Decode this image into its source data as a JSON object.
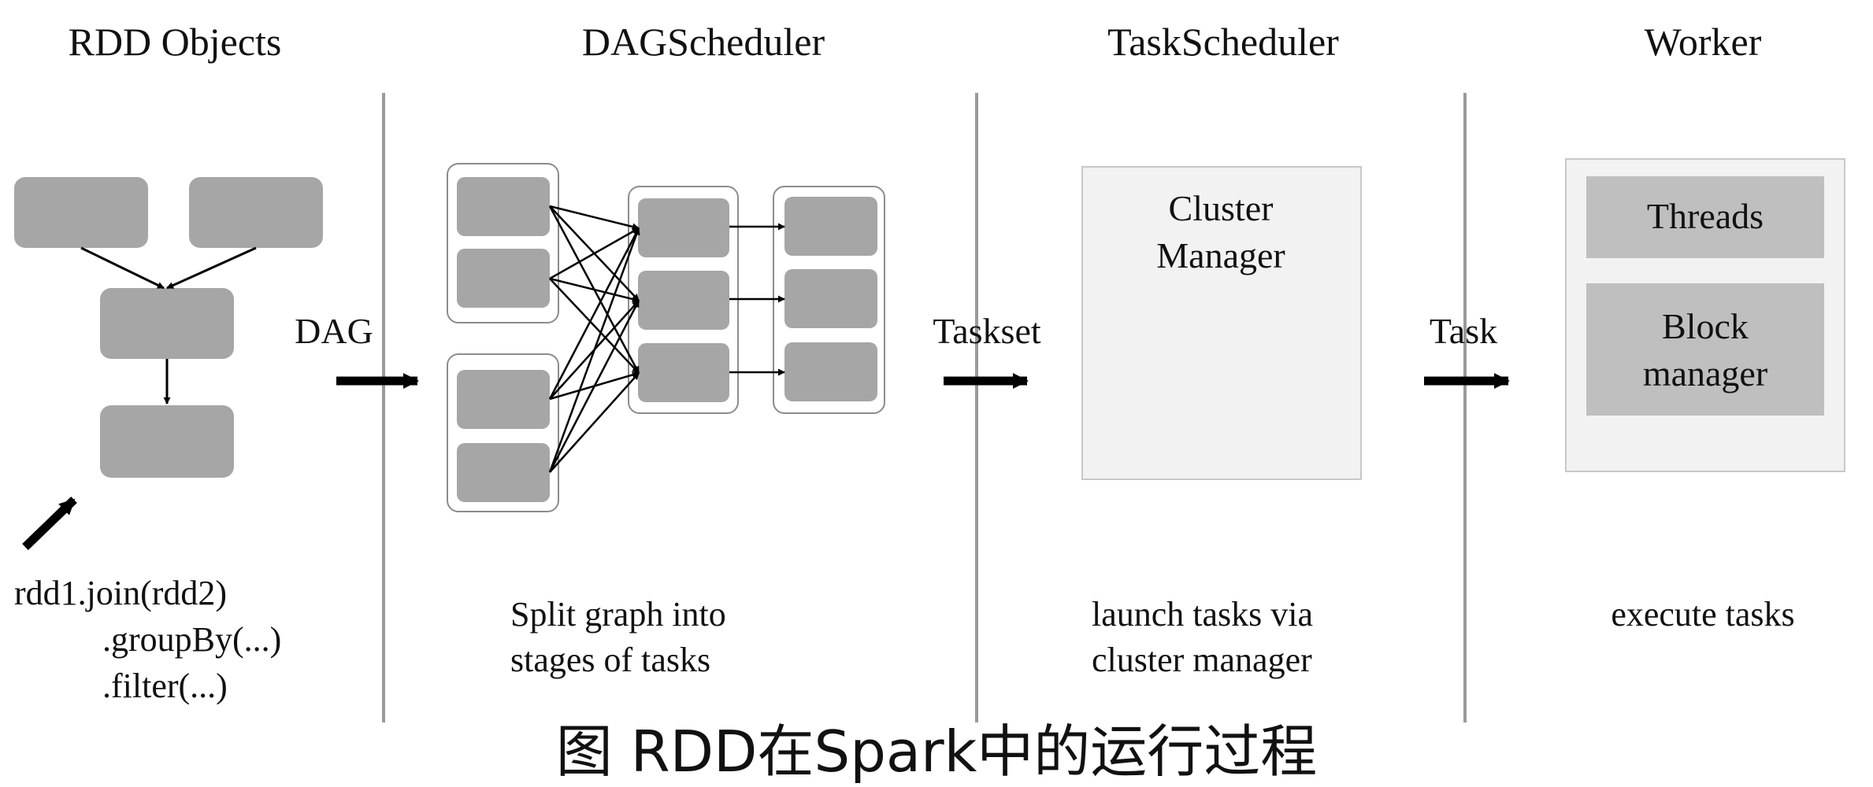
{
  "headers": {
    "rdd_objects": "RDD Objects",
    "dag_scheduler": "DAGScheduler",
    "task_scheduler": "TaskScheduler",
    "worker": "Worker"
  },
  "arrows": {
    "dag": "DAG",
    "taskset": "Taskset",
    "task": "Task"
  },
  "rdd_code": {
    "line1": "rdd1.join(rdd2)",
    "line2": ".groupBy(...)",
    "line3": ".filter(...)"
  },
  "descriptions": {
    "dag_line1": "Split graph into",
    "dag_line2": "stages of tasks",
    "task_line1": "launch tasks via",
    "task_line2": "cluster manager",
    "worker_line1": "execute tasks"
  },
  "cluster_manager": {
    "line1": "Cluster",
    "line2": "Manager"
  },
  "worker_box": {
    "threads": "Threads",
    "block_line1": "Block",
    "block_line2": "manager"
  },
  "caption": "图 RDD在Spark中的运行过程",
  "colors": {
    "node_fill": "#a6a6a6",
    "panel_fill": "#f2f2f2",
    "worker_inner": "#bfbfbf",
    "divider": "#9a9a9a"
  }
}
